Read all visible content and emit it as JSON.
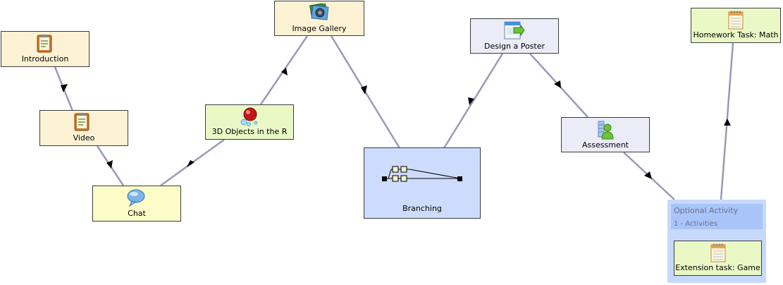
{
  "nodes": {
    "introduction": {
      "label": "Introduction",
      "icon": "notepad-icon"
    },
    "video": {
      "label": "Video",
      "icon": "notepad-icon"
    },
    "chat": {
      "label": "Chat",
      "icon": "chat-bubble-icon"
    },
    "objects3d": {
      "label": "3D Objects in the R",
      "icon": "molecule-icon"
    },
    "gallery": {
      "label": "Image Gallery",
      "icon": "image-gallery-icon"
    },
    "branching": {
      "label": "Branching",
      "icon": "branching-icon"
    },
    "poster": {
      "label": "Design a Poster",
      "icon": "poster-icon"
    },
    "assessment": {
      "label": "Assessment",
      "icon": "assessment-icon"
    },
    "homework": {
      "label": "Homework Task: Math",
      "icon": "notepad-spiral-icon"
    },
    "extension": {
      "label": "Extension task: Game",
      "icon": "notepad-spiral-icon"
    }
  },
  "optional_activity": {
    "title": "Optional Activity",
    "subtitle": "1 - Activities"
  },
  "edges": [
    [
      "introduction",
      "video"
    ],
    [
      "video",
      "chat"
    ],
    [
      "chat",
      "objects3d"
    ],
    [
      "objects3d",
      "gallery"
    ],
    [
      "gallery",
      "branching"
    ],
    [
      "branching",
      "poster"
    ],
    [
      "poster",
      "assessment"
    ],
    [
      "assessment",
      "optional_activity"
    ],
    [
      "optional_activity",
      "homework"
    ]
  ],
  "colors": {
    "activity_orange": "#fdf2d3",
    "activity_yellow": "#fcfcc8",
    "activity_green": "#eaf8c6",
    "activity_lavender": "#ecebf8",
    "branching_blue": "#cddcfc",
    "optional_blue": "#c7d9fb",
    "edge": "#9a9ab6"
  }
}
